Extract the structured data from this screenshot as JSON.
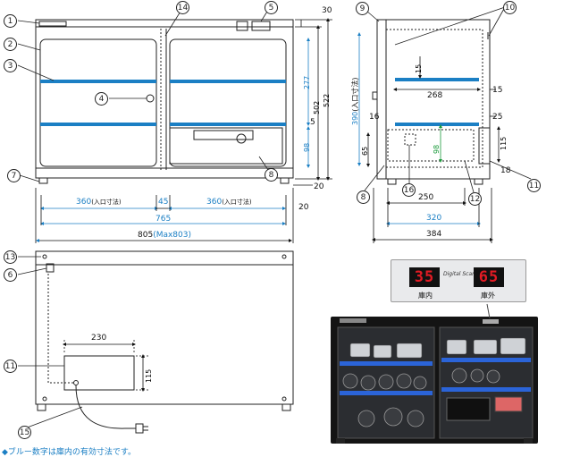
{
  "callouts": {
    "c1": "1",
    "c2": "2",
    "c3": "3",
    "c4": "4",
    "c5": "5",
    "c6": "6",
    "c7": "7",
    "c8": "8",
    "c9": "9",
    "c10": "10",
    "c11": "11",
    "c12": "12",
    "c13": "13",
    "c14": "14",
    "c15": "15",
    "c16": "16"
  },
  "front": {
    "d360a": "360",
    "d360a_note": "(入口寸法)",
    "d45": "45",
    "d360b": "360",
    "d360b_note": "(入口寸法)",
    "d765": "765",
    "d805": "805",
    "d805_max": "(Max803)",
    "d30": "30",
    "d277": "277",
    "d5": "5",
    "d98": "98",
    "d502": "502",
    "d522": "522",
    "d20a": "20",
    "d20b": "20"
  },
  "side": {
    "d390": "390",
    "d390_note": "(入口寸法)",
    "d15a": "15",
    "d268": "268",
    "d15b": "15",
    "d16": "16",
    "d25": "25",
    "d65": "65",
    "d98": "98",
    "d115": "115",
    "d18": "18",
    "d250": "250",
    "d320": "320",
    "d384": "384"
  },
  "back": {
    "d230": "230",
    "d115": "115"
  },
  "panel": {
    "inside_value": "35",
    "outside_value": "65",
    "brand": "Digital Scan",
    "inside_label": "庫内",
    "outside_label": "庫外"
  },
  "caption": "◆ブルー数字は庫内の有効寸法です。",
  "colors": {
    "shelf": "#1b7fc4",
    "dimblue": "#1b7fc4",
    "dimgreen": "#1a9a3a",
    "display": "#e21b24"
  }
}
